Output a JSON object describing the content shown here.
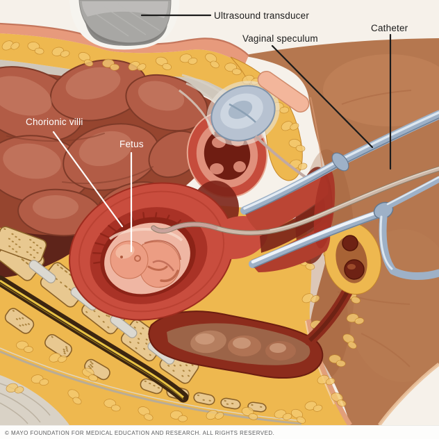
{
  "annotations": {
    "ultrasound_transducer": {
      "label": "Ultrasound transducer"
    },
    "vaginal_speculum": {
      "label": "Vaginal speculum"
    },
    "catheter": {
      "label": "Catheter"
    },
    "chorionic_villi": {
      "label": "Chorionic villi"
    },
    "fetus": {
      "label": "Fetus"
    }
  },
  "footer": {
    "copyright": "© MAYO FOUNDATION FOR MEDICAL EDUCATION AND RESEARCH. ALL RIGHTS RESERVED."
  },
  "colors": {
    "background_ivory": "#f6f1ea",
    "skin_light": "#e79a7c",
    "skin_dark": "#b5774f",
    "fat_yellow": "#eeb84f",
    "fat_lobule": "#f5cb72",
    "fascia_gray": "#cfc7bb",
    "bowel": "#b25c46",
    "uterus_red": "#c94d3e",
    "villi_dark_red": "#a93226",
    "sac_pink": "#efb6a3",
    "fetus_skin": "#ec9d83",
    "speculum_blue": "#9eb1c7",
    "catheter_tan": "#cdb9aa",
    "bladder_blue": "#b7c2d1",
    "bone_tan": "#e8c890",
    "nerve_yellow": "#e7c243",
    "label_black": "#1b1b1b",
    "label_white": "#ffffff",
    "copyright_gray": "#5b5c5e"
  }
}
